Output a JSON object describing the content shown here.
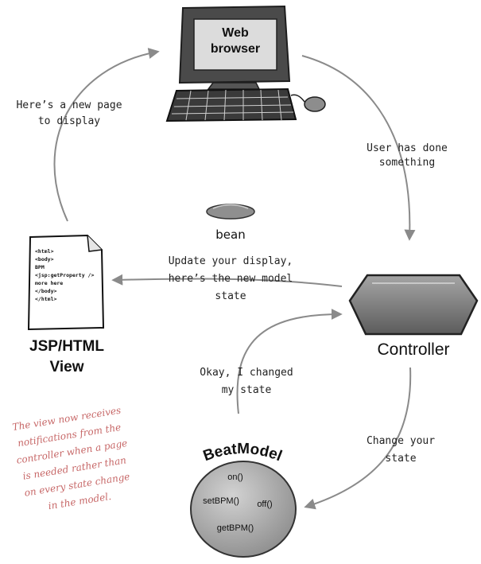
{
  "browser": {
    "label_line1": "Web",
    "label_line2": "browser"
  },
  "arrows": {
    "new_page_line1": "Here’s a new page",
    "new_page_line2": "to display",
    "user_done_line1": "User has done",
    "user_done_line2": "something",
    "update_line1": "Update your display,",
    "update_line2": "here’s the new model",
    "update_line3": "state",
    "changed_line1": "Okay, I changed",
    "changed_line2": "my state",
    "change_line1": "Change your",
    "change_line2": "state"
  },
  "bean": {
    "label": "bean"
  },
  "view": {
    "code_lines": [
      "<html>",
      "<body>",
      "BPM",
      "<jsp:getProperty />",
      "more here",
      "</body>",
      "</html>"
    ],
    "title_line1": "JSP/HTML",
    "title_line2": "View"
  },
  "controller": {
    "label": "Controller"
  },
  "model": {
    "name": "BeatModel",
    "methods": {
      "on": "on()",
      "setbpm": "setBPM()",
      "off": "off()",
      "getbpm": "getBPM()"
    }
  },
  "note": {
    "lines": [
      "The view now receives",
      "notifications from the",
      "controller when a page",
      "is needed rather than",
      "on every state change",
      "in the model."
    ]
  },
  "colors": {
    "arrow": "#8a8a8a",
    "note": "#c76868",
    "screen": "#dcdcdc",
    "controller": "#7d7d7d",
    "model": "#9c9c9c"
  }
}
